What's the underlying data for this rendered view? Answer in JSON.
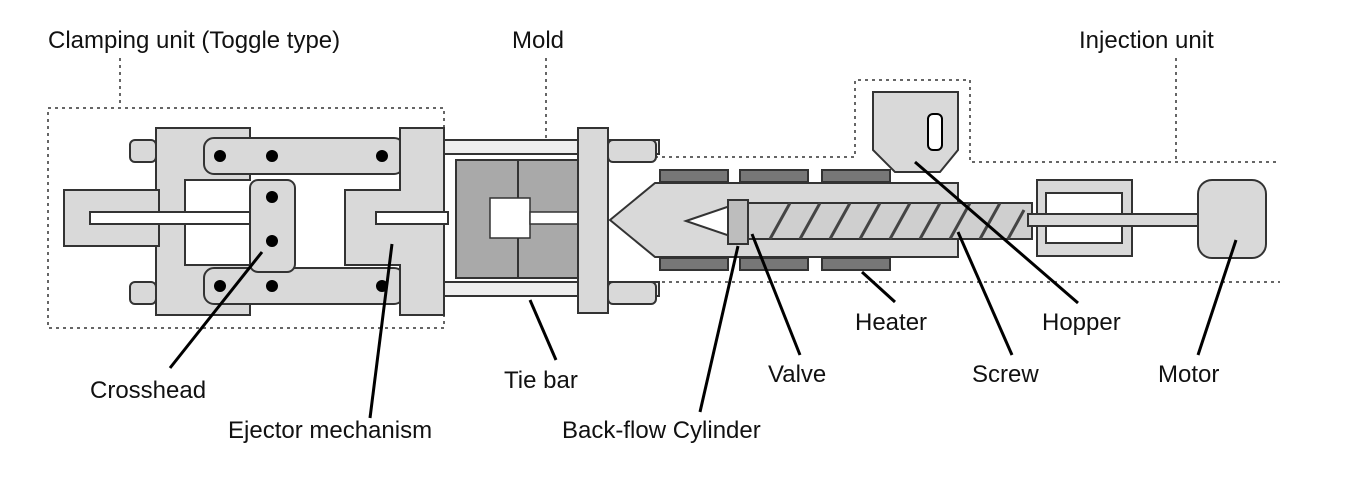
{
  "labels": {
    "clamping_unit": "Clamping unit (Toggle type)",
    "mold": "Mold",
    "injection_unit": "Injection unit",
    "crosshead": "Crosshead",
    "ejector_mechanism": "Ejector mechanism",
    "tie_bar": "Tie bar",
    "back_flow_cylinder": "Back-flow Cylinder",
    "valve": "Valve",
    "heater": "Heater",
    "screw": "Screw",
    "hopper": "Hopper",
    "motor": "Motor"
  },
  "colors": {
    "part_fill": "#d9d9d9",
    "mold_fill": "#a9a9a9",
    "heater_fill": "#777777",
    "outline": "#333333"
  }
}
